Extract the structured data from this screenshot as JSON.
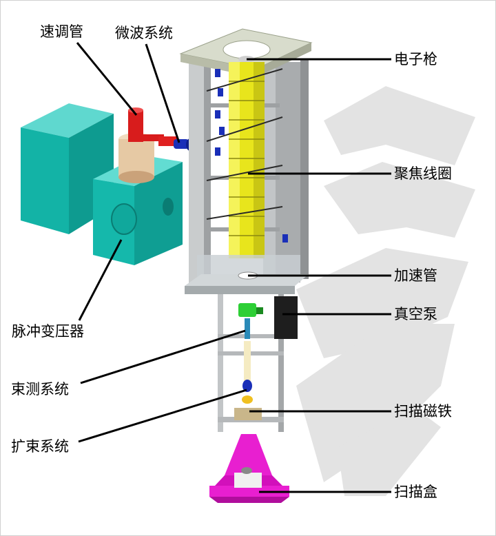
{
  "labels": {
    "velocity_tube": "速调管",
    "microwave_system": "微波系统",
    "pulse_transformer": "脉冲变压器",
    "beam_measure_system": "束测系统",
    "beam_expand_system": "扩束系统",
    "electron_gun": "电子枪",
    "focus_coil": "聚焦线圈",
    "accelerator_tube": "加速管",
    "vacuum_pump": "真空泵",
    "scan_magnet": "扫描磁铁",
    "scan_box": "扫描盒"
  },
  "colors": {
    "teal_box": "#12b5a8",
    "coil_yellow": "#f2ef25",
    "frame_gray": "#b9bcbe",
    "top_plate": "#d8dccc",
    "scan_box_magenta": "#e81fd0",
    "klystron_red": "#e02020",
    "pump_black": "#1e1e1e",
    "green_part": "#2dcf35",
    "bolt_blue": "#1a2fb8"
  }
}
